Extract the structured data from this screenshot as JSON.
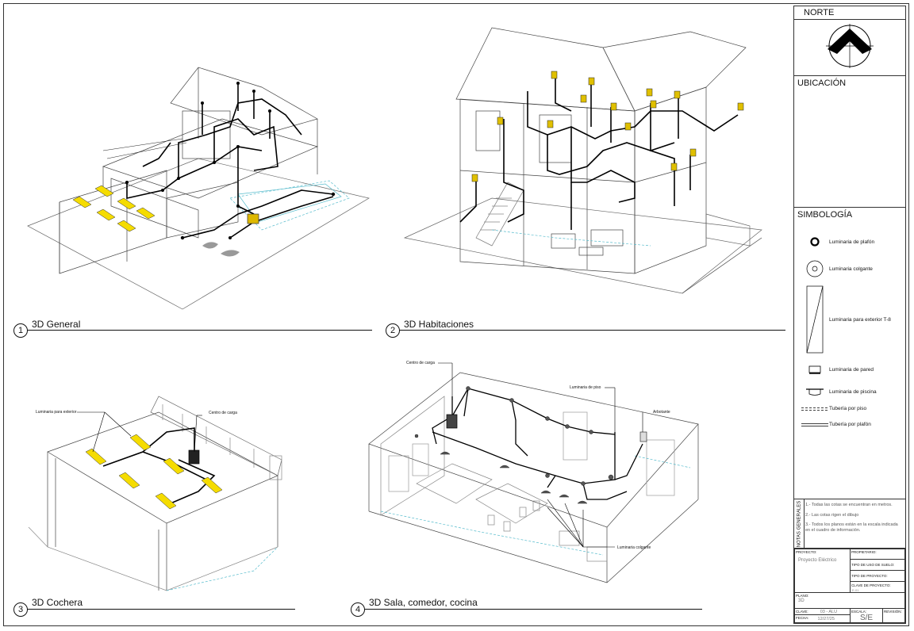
{
  "views": [
    {
      "number": "1",
      "title": "3D General"
    },
    {
      "number": "2",
      "title": "3D Habitaciones"
    },
    {
      "number": "3",
      "title": "3D Cochera"
    },
    {
      "number": "4",
      "title": "3D Sala, comedor, cocina"
    }
  ],
  "callouts": {
    "cochera": {
      "exterior": "Luminaria para exterior",
      "centro": "Centro de carga"
    },
    "sala": {
      "centro": "Centro de carga",
      "piso": "Luminaria de piso",
      "arbotante": "Arbotante",
      "colgante": "Luminaria colgante"
    }
  },
  "titleblock": {
    "norte": "NORTE",
    "ubicacion": "UBICACIÓN",
    "simbologia": "SIMBOLOGÍA",
    "symbols": [
      {
        "icon": "ceiling-light-icon",
        "label": "Luminaria de plafón"
      },
      {
        "icon": "pendant-light-icon",
        "label": "Luminaria colgante"
      },
      {
        "icon": "exterior-light-icon",
        "label": "Luminaria para exterior T-8"
      },
      {
        "icon": "wall-light-icon",
        "label": "Luminaria de pared"
      },
      {
        "icon": "pool-light-icon",
        "label": "Luminaria de piscina"
      },
      {
        "icon": "floor-pipe-icon",
        "label": "Tubería por piso"
      },
      {
        "icon": "ceiling-pipe-icon",
        "label": "Tubería por plafón"
      }
    ],
    "notas_title": "NOTAS GENERALES",
    "notas": [
      "1.- Todas las cotas se encuentran en metros.",
      "2.- Las cotas rigen el dibujo",
      "3.- Todos los planos están en la escala indicada en el cuadro de información."
    ],
    "proyecto_label": "PROYECTO:",
    "proyecto": "Proyecto Eléctrico",
    "propietario_label": "PROPIETARIO:",
    "tipo_uso_label": "TIPO DE USO DE SUELO:",
    "tipo_proyecto_label": "TIPO DE PROYECTO:",
    "clave_proyecto_label": "CLAVE DE PROYECTO:",
    "clave_proyecto": "E-01",
    "plano_label": "PLANO:",
    "plano": "3D",
    "clave_label": "CLAVE:",
    "clave": "03 - ALU",
    "fecha_label": "FECHA:",
    "fecha": "12/27/25",
    "escala_label": "ESCALA:",
    "escala": "S/E",
    "revision_label": "REVISIÓN:"
  }
}
